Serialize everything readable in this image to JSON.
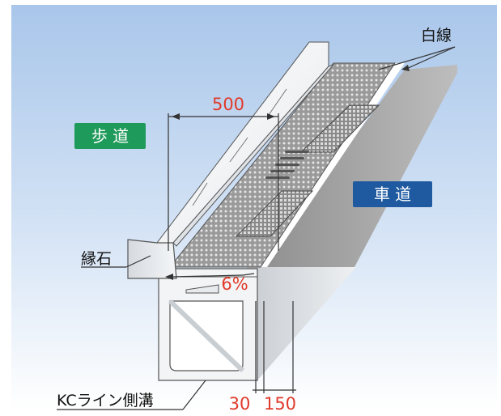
{
  "labels": {
    "white_line": "白線",
    "sidewalk": "歩 道",
    "roadway": "車 道",
    "curb": "縁石",
    "product": "KCライン側溝"
  },
  "dimensions": {
    "width": "500",
    "slope": "6%",
    "dim_30": "30",
    "dim_150": "150"
  },
  "colors": {
    "sidewalk_badge": "#1e9a5a",
    "roadway_badge": "#1f5aa0",
    "dimension_text": "#e03a2a"
  }
}
